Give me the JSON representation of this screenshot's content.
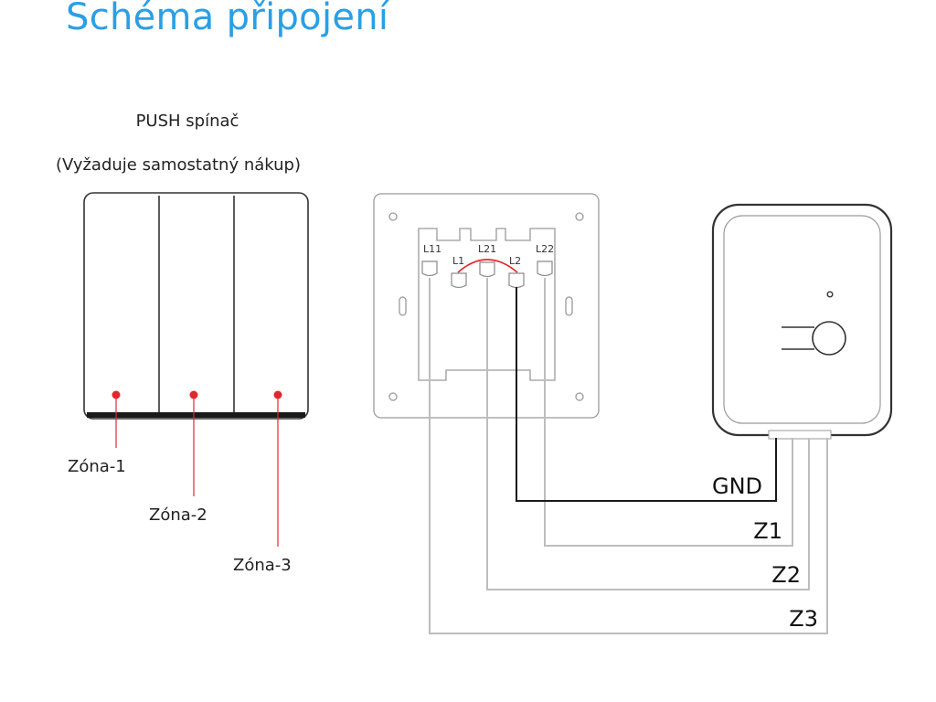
{
  "title": "Schéma připojení",
  "push_switch": {
    "name": "PUSH spínač",
    "note": "(Vyžaduje samostatný nákup)",
    "zones": [
      "Zóna-1",
      "Zóna-2",
      "Zóna-3"
    ]
  },
  "wall_plate": {
    "terminals": [
      "L11",
      "L1",
      "L21",
      "L2",
      "L22"
    ]
  },
  "wires": {
    "gnd": "GND",
    "z1": "Z1",
    "z2": "Z2",
    "z3": "Z3"
  },
  "colors": {
    "title": "#2a9fe4",
    "zone_marker": "#e3262e",
    "bridge": "#e3262e",
    "gnd_wire": "#1a1a1a",
    "zone_wire": "#bdbdbd",
    "outline": "#9a9a9a"
  }
}
